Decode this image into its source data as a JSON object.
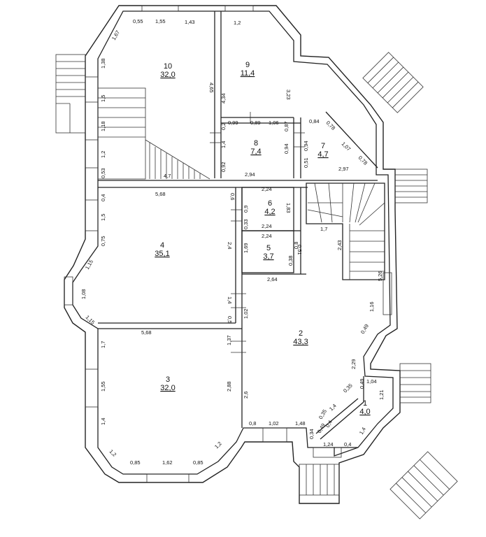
{
  "rooms": [
    {
      "id": "r1",
      "number": "1",
      "area": "4,0"
    },
    {
      "id": "r2",
      "number": "2",
      "area": "43,3"
    },
    {
      "id": "r3",
      "number": "3",
      "area": "32,0"
    },
    {
      "id": "r4",
      "number": "4",
      "area": "35,1"
    },
    {
      "id": "r5",
      "number": "5",
      "area": "3,7"
    },
    {
      "id": "r6",
      "number": "6",
      "area": "4,2"
    },
    {
      "id": "r7",
      "number": "7",
      "area": "4,7"
    },
    {
      "id": "r8",
      "number": "8",
      "area": "7,4"
    },
    {
      "id": "r9",
      "number": "9",
      "area": "11,4"
    },
    {
      "id": "r10",
      "number": "10",
      "area": "32,0"
    }
  ],
  "dimensions": [
    "0,55",
    "1,55",
    "1,43",
    "1,67",
    "1,38",
    "4,65",
    "1,5",
    "1,18",
    "1,2",
    "0,53",
    "4,7",
    "1,2",
    "4,34",
    "3,23",
    "0,99",
    "0,89",
    "1,06",
    "0,87",
    "0,2",
    "1,4",
    "0,92",
    "0,94",
    "2,94",
    "0,84",
    "0,78",
    "1,07",
    "0,78",
    "0,51",
    "0,94",
    "2,97",
    "5,68",
    "0,4",
    "1,5",
    "0,75",
    "1,15",
    "1,08",
    "1,15",
    "0,6",
    "0,33",
    "0,9",
    "2,4",
    "1,4",
    "0,5",
    "2,24",
    "1,83",
    "2,24",
    "2,24",
    "1,69",
    "0,51",
    "0,38",
    "0,8",
    "2,64",
    "1,7",
    "2,43",
    "5,26",
    "1,16",
    "0,49",
    "5,68",
    "1,7",
    "1,37",
    "1,02",
    "2,88",
    "1,55",
    "1,4",
    "2,6",
    "1,2",
    "0,85",
    "1,62",
    "0,85",
    "1,2",
    "2,29",
    "0,35",
    "1,4",
    "0,35",
    "0,4",
    "0,49",
    "1,04",
    "1,21",
    "0,49",
    "0,34",
    "0,8",
    "1,02",
    "1,48",
    "1,24",
    "0,4",
    "1,4"
  ]
}
